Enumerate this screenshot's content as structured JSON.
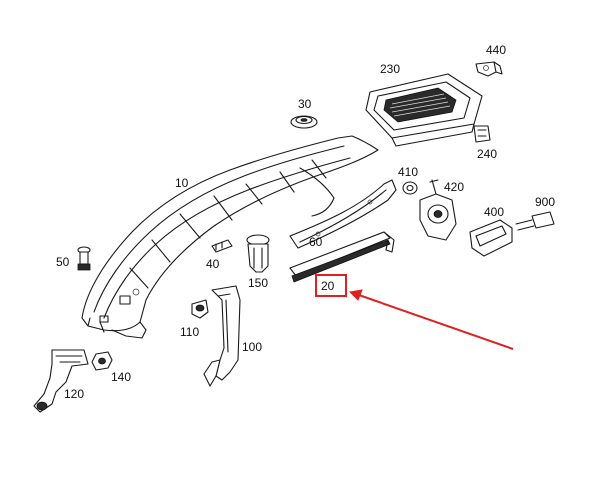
{
  "callouts": {
    "p10": "10",
    "p20": "20",
    "p30": "30",
    "p40": "40",
    "p50": "50",
    "p60": "60",
    "p100": "100",
    "p110": "110",
    "p120": "120",
    "p140": "140",
    "p150": "150",
    "p230": "230",
    "p240": "240",
    "p400": "400",
    "p410": "410",
    "p420": "420",
    "p440": "440",
    "p900": "900"
  },
  "highlight": {
    "part": "20",
    "box_color": "#e02020",
    "arrow_color": "#e02020"
  },
  "colors": {
    "line": "#1a1a1a",
    "background": "#ffffff"
  }
}
